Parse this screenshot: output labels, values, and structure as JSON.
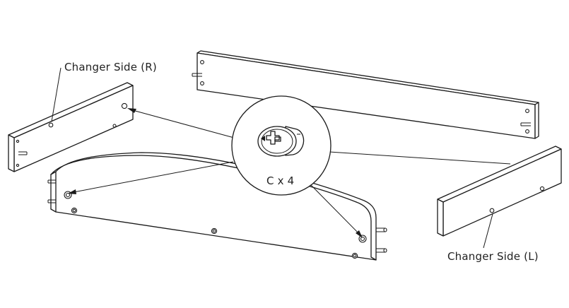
{
  "labels": {
    "changer_side_right": "Changer Side (R)",
    "changer_side_left": "Changer Side (L)",
    "hardware_callout": "C x 4"
  },
  "colors": {
    "line": "#1a1a1a",
    "background": "#ffffff",
    "text": "#222222"
  },
  "icons": {
    "hardware": "cam-lock-fitting-icon"
  }
}
